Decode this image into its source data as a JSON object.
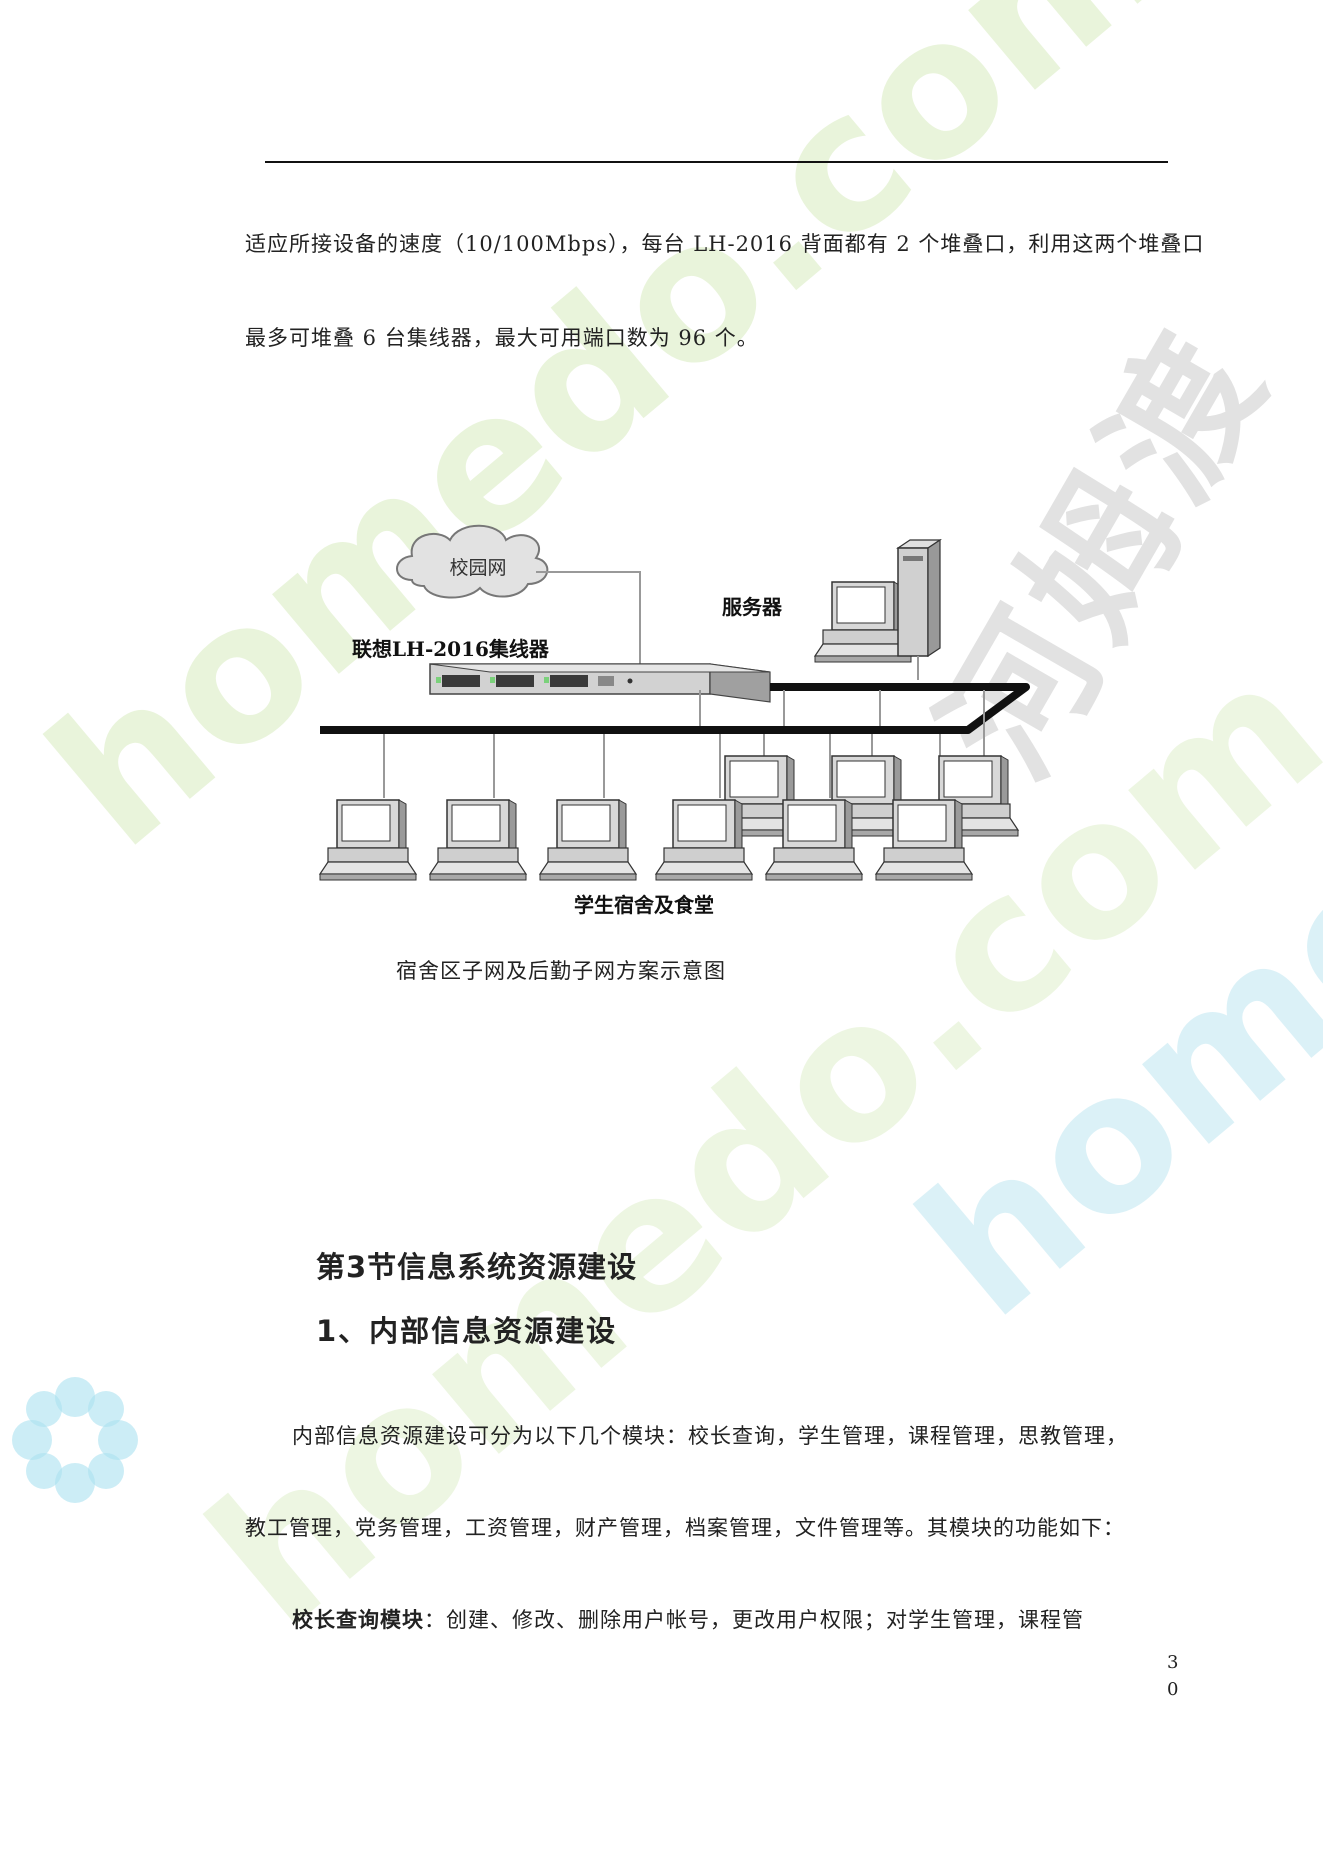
{
  "paragraphs": {
    "p1": "适应所接设备的速度（10/100Mbps），每台 LH-2016 背面都有 2 个堆叠口，利用这两个堆叠口",
    "p2": "最多可堆叠 6 台集线器，最大可用端口数为 96 个。",
    "p3": "内部信息资源建设可分为以下几个模块：校长查询，学生管理，课程管理，思教管理，",
    "p4": "教工管理，党务管理，工资管理，财产管理，档案管理，文件管理等。其模块的功能如下：",
    "p5_bold": "校长查询模块",
    "p5_rest": "：创建、修改、删除用户帐号，更改用户权限；对学生管理，课程管"
  },
  "diagram": {
    "cloud_label": "校园网",
    "server_label": "服务器",
    "hub_label": "联想LH-2016集线器",
    "dorm_label": "学生宿舍及食堂"
  },
  "caption": "宿舍区子网及后勤子网方案示意图",
  "section": {
    "title": "第3节信息系统资源建设",
    "subtitle": "1、内部信息资源建设"
  },
  "page_number": {
    "line1": "3",
    "line2": "0"
  },
  "watermark": {
    "text_en": "homedo.com",
    "text_cn": "河姆渡"
  }
}
